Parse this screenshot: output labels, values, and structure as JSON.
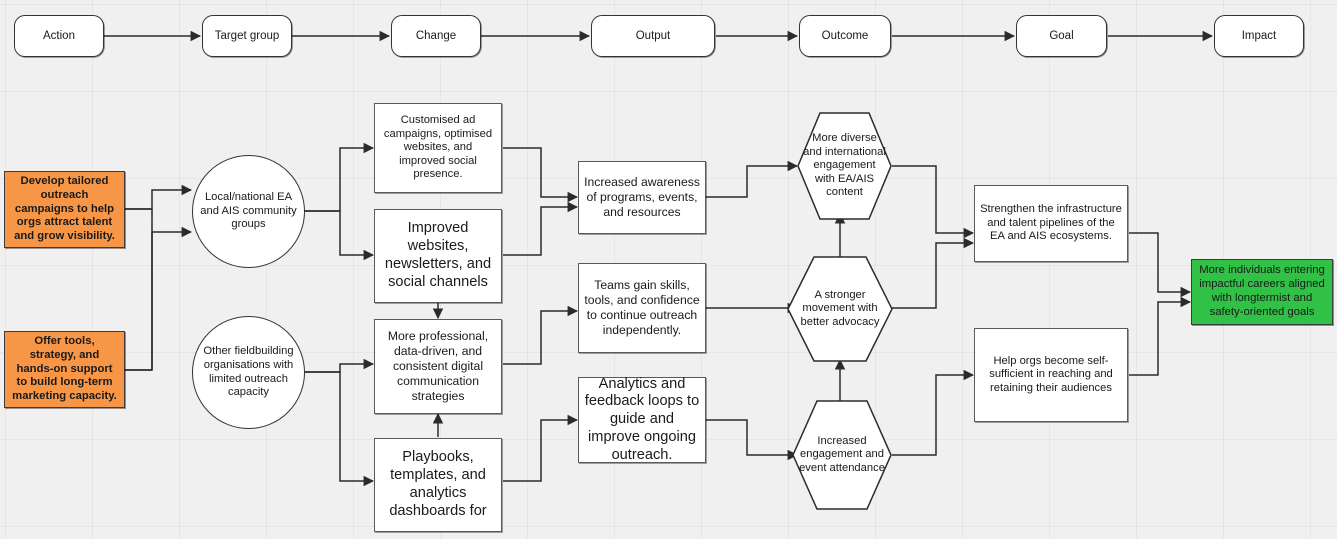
{
  "diagram": {
    "title": "Theory of Change flowchart",
    "background_color": "#f0f0f0",
    "lanes": [
      {
        "id": "lane-action",
        "label": "Action"
      },
      {
        "id": "lane-target",
        "label": "Target group"
      },
      {
        "id": "lane-change",
        "label": "Change"
      },
      {
        "id": "lane-output",
        "label": "Output"
      },
      {
        "id": "lane-outcome",
        "label": "Outcome"
      },
      {
        "id": "lane-goal",
        "label": "Goal"
      },
      {
        "id": "lane-impact",
        "label": "Impact"
      }
    ],
    "actions": [
      {
        "id": "action-1",
        "label": "Develop tailored outreach campaigns to help orgs attract talent and grow visibility.",
        "color": "#f79646"
      },
      {
        "id": "action-2",
        "label": "Offer tools, strategy, and hands-on support to build long-term marketing capacity.",
        "color": "#f79646"
      }
    ],
    "target_groups": [
      {
        "id": "target-1",
        "label": "Local/national EA and AIS community groups"
      },
      {
        "id": "target-2",
        "label": "Other fieldbuilding organisations with limited outreach capacity"
      }
    ],
    "changes": [
      {
        "id": "change-1",
        "label": "Customised ad campaigns, optimised websites, and improved social presence."
      },
      {
        "id": "change-2",
        "label": "Improved websites, newsletters, and social channels"
      },
      {
        "id": "change-3",
        "label": "More professional, data-driven, and consistent digital communication strategies"
      },
      {
        "id": "change-4",
        "label": "Playbooks, templates, and analytics dashboards for"
      }
    ],
    "outputs": [
      {
        "id": "output-1",
        "label": "Increased awareness of programs, events, and resources"
      },
      {
        "id": "output-2",
        "label": "Teams gain skills, tools, and confidence to continue outreach independently."
      },
      {
        "id": "output-3",
        "label": "Analytics and feedback loops to guide and improve ongoing outreach."
      }
    ],
    "outcomes": [
      {
        "id": "outcome-1",
        "label": "More diverse and international engagement with EA/AIS content"
      },
      {
        "id": "outcome-2",
        "label": "A stronger movement with better advocacy"
      },
      {
        "id": "outcome-3",
        "label": "Increased engagement and event attendance"
      }
    ],
    "goals": [
      {
        "id": "goal-1",
        "label": "Strengthen the infrastructure and talent pipelines of the EA and AIS ecosystems."
      },
      {
        "id": "goal-2",
        "label": "Help orgs become self-sufficient in reaching and retaining their audiences"
      }
    ],
    "impacts": [
      {
        "id": "impact-1",
        "label": "More individuals entering impactful careers aligned with longtermist and safety-oriented goals",
        "color": "#31c147"
      }
    ]
  }
}
